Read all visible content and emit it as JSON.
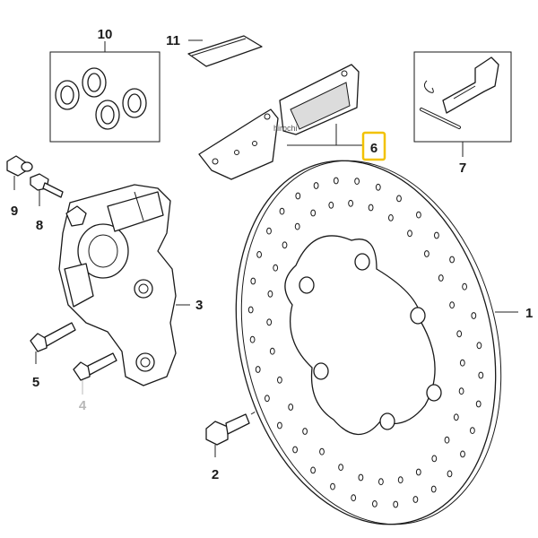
{
  "callouts": {
    "c1": "1",
    "c2": "2",
    "c3": "3",
    "c4": "4",
    "c5": "5",
    "c6": "6",
    "c7": "7",
    "c8": "8",
    "c9": "9",
    "c10": "10",
    "c11": "11"
  },
  "highlight_color": "#f2c200",
  "watermark": "hirochi"
}
